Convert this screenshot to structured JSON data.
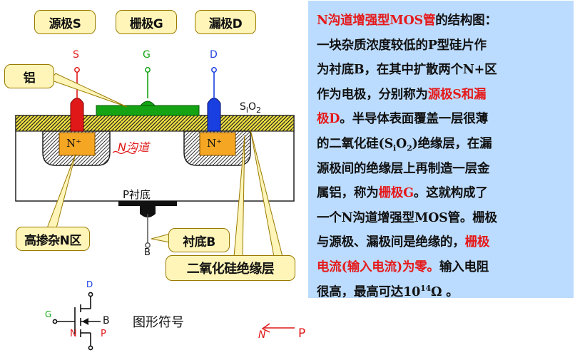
{
  "callouts": {
    "source": "源极S",
    "gate": "栅极G",
    "drain": "漏极D",
    "aluminum": "铝",
    "high_doping": "高掺杂N区",
    "substrate": "衬底B",
    "oxide": "二氧化硅绝缘层"
  },
  "diagram": {
    "pin_source": "S",
    "pin_gate": "G",
    "pin_drain": "D",
    "pin_body": "B",
    "oxide_label_base_1": "S",
    "oxide_label_sub_1": "i",
    "oxide_label_base_2": "O",
    "oxide_label_sub_2": "2",
    "n_plus_left": "N⁺",
    "n_plus_right": "N⁺",
    "channel_note": "N沟道",
    "p_substrate": "P衬底"
  },
  "symbol": {
    "label_d": "D",
    "label_g": "G",
    "label_b": "B",
    "label_n": "N",
    "label_p": "P",
    "caption": "图形符号",
    "arrow_n": "N",
    "arrow_p": "P"
  },
  "text": {
    "l1_red": "N沟道增强型MOS管",
    "l1_rest": "的结构图：",
    "l2": "一块杂质浓度较低的P型硅片作",
    "l3": "为衬底B，在其中扩散两个N+区",
    "l4_a": "作为电极，分别称为",
    "l4_red": "源极S和漏",
    "l5_red": "极D",
    "l5_rest": "。半导体表面覆盖一层很薄",
    "l6_a": "的二氧化硅(S",
    "l6_sub1": "i",
    "l6_b": "O",
    "l6_sub2": "2",
    "l6_c": ")绝缘层，在漏",
    "l7": "源极间的绝缘层上再制造一层金",
    "l8_a": "属铝，称为",
    "l8_red": "栅极G",
    "l8_rest": "。这就构成了",
    "l9": "一个N沟道增强型MOS管。栅极",
    "l10_a": "与源极、漏极间是绝缘的，",
    "l10_red": "栅极",
    "l11_red": "电流(输入电流)为零。",
    "l11_rest": "输入电阻",
    "l12_a": "很高，最高可达10",
    "l12_sup": "14",
    "l12_b": "Ω 。"
  },
  "colors": {
    "source_metal": "#e01818",
    "drain_metal": "#1a3fe0",
    "gate_metal": "#13a313",
    "oxide": "#f0e040",
    "n_plus": "#f5a623",
    "text_panel_bg": "#bcdcff",
    "callout_bg": "#fff5b8",
    "emphasis": "#e51a1a"
  }
}
